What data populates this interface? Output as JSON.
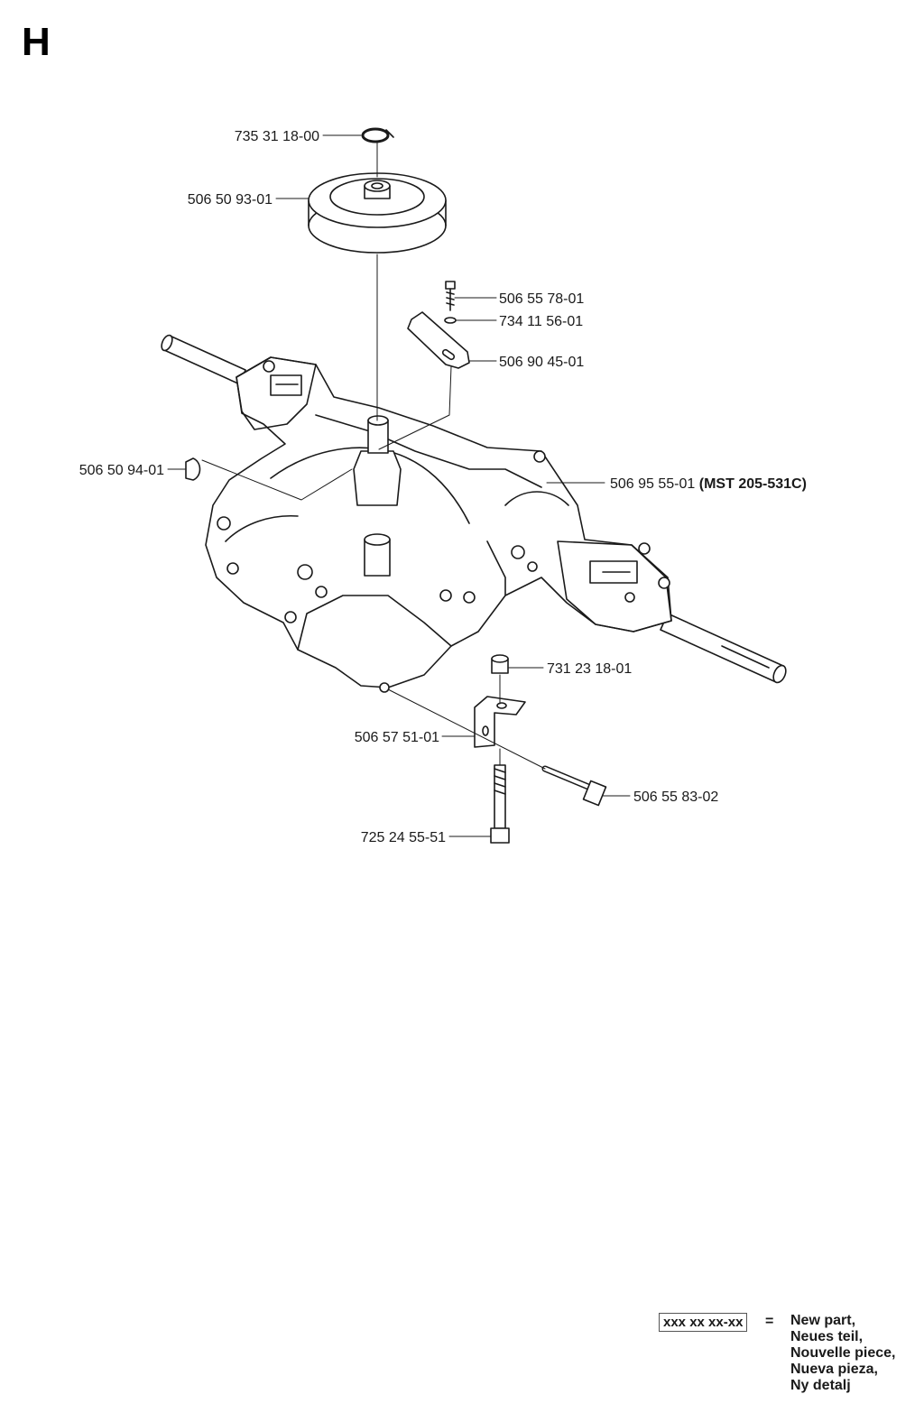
{
  "section_letter": "H",
  "parts": [
    {
      "id": "circlip",
      "number": "735 31 18-00",
      "note": ""
    },
    {
      "id": "pulley",
      "number": "506 50 93-01",
      "note": ""
    },
    {
      "id": "bolt-small",
      "number": "506 55 78-01",
      "note": ""
    },
    {
      "id": "washer",
      "number": "734 11 56-01",
      "note": ""
    },
    {
      "id": "lever",
      "number": "506 90 45-01",
      "note": ""
    },
    {
      "id": "key",
      "number": "506 50 94-01",
      "note": ""
    },
    {
      "id": "transaxle",
      "number": "506 95 55-01",
      "note": "(MST 205-531C)"
    },
    {
      "id": "nut",
      "number": "731 23 18-01",
      "note": ""
    },
    {
      "id": "bracket",
      "number": "506 57 51-01",
      "note": ""
    },
    {
      "id": "bolt-long-horizontal",
      "number": "506 55 83-02",
      "note": ""
    },
    {
      "id": "bolt-long-vertical",
      "number": "725 24 55-51",
      "note": ""
    }
  ],
  "legend": {
    "code": "xxx xx xx-xx",
    "equals": "=",
    "lines": [
      "New part,",
      "Neues teil,",
      "Nouvelle piece,",
      "Nueva pieza,",
      "Ny detalj"
    ]
  }
}
